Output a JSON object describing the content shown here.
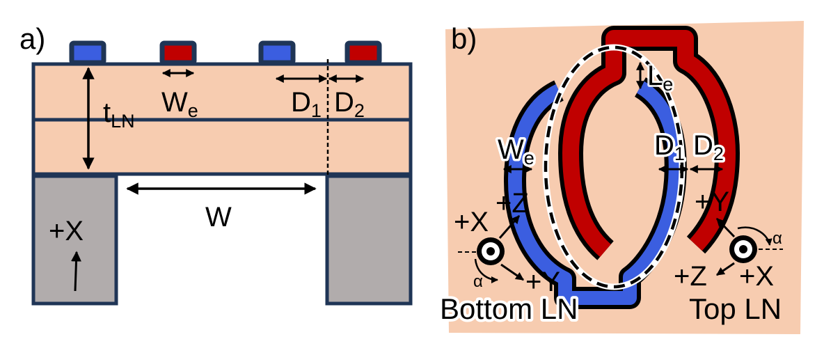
{
  "colors": {
    "ln": "#F7CCB0",
    "outline": "#1F3556",
    "substrate": "#B1ACAC",
    "blue_electrode": "#3B5EE0",
    "red_electrode": "#C00000",
    "ink": "#000000"
  },
  "panel_a": {
    "panel_label": "a)",
    "we_main": "W",
    "we_sub": "e",
    "d1_main": "D",
    "d1_sub": "1",
    "d2_main": "D",
    "d2_sub": "2",
    "tln_main": "t",
    "tln_sub": "LN",
    "w_label": "W",
    "axis_label": "+X"
  },
  "panel_b": {
    "panel_label": "b)",
    "le_main": "L",
    "le_sub": "e",
    "we_main": "W",
    "we_sub": "e",
    "d1_main": "D",
    "d1_sub": "1",
    "d2_main": "D",
    "d2_sub": "2",
    "bottom_axes": {
      "x": "+X",
      "z": "+Z",
      "y": "+Y",
      "angle": "α"
    },
    "top_axes": {
      "y": "+Y",
      "z": "+Z",
      "x": "+X",
      "angle": "α"
    },
    "bottom_caption": "Bottom LN",
    "top_caption": "Top LN"
  }
}
